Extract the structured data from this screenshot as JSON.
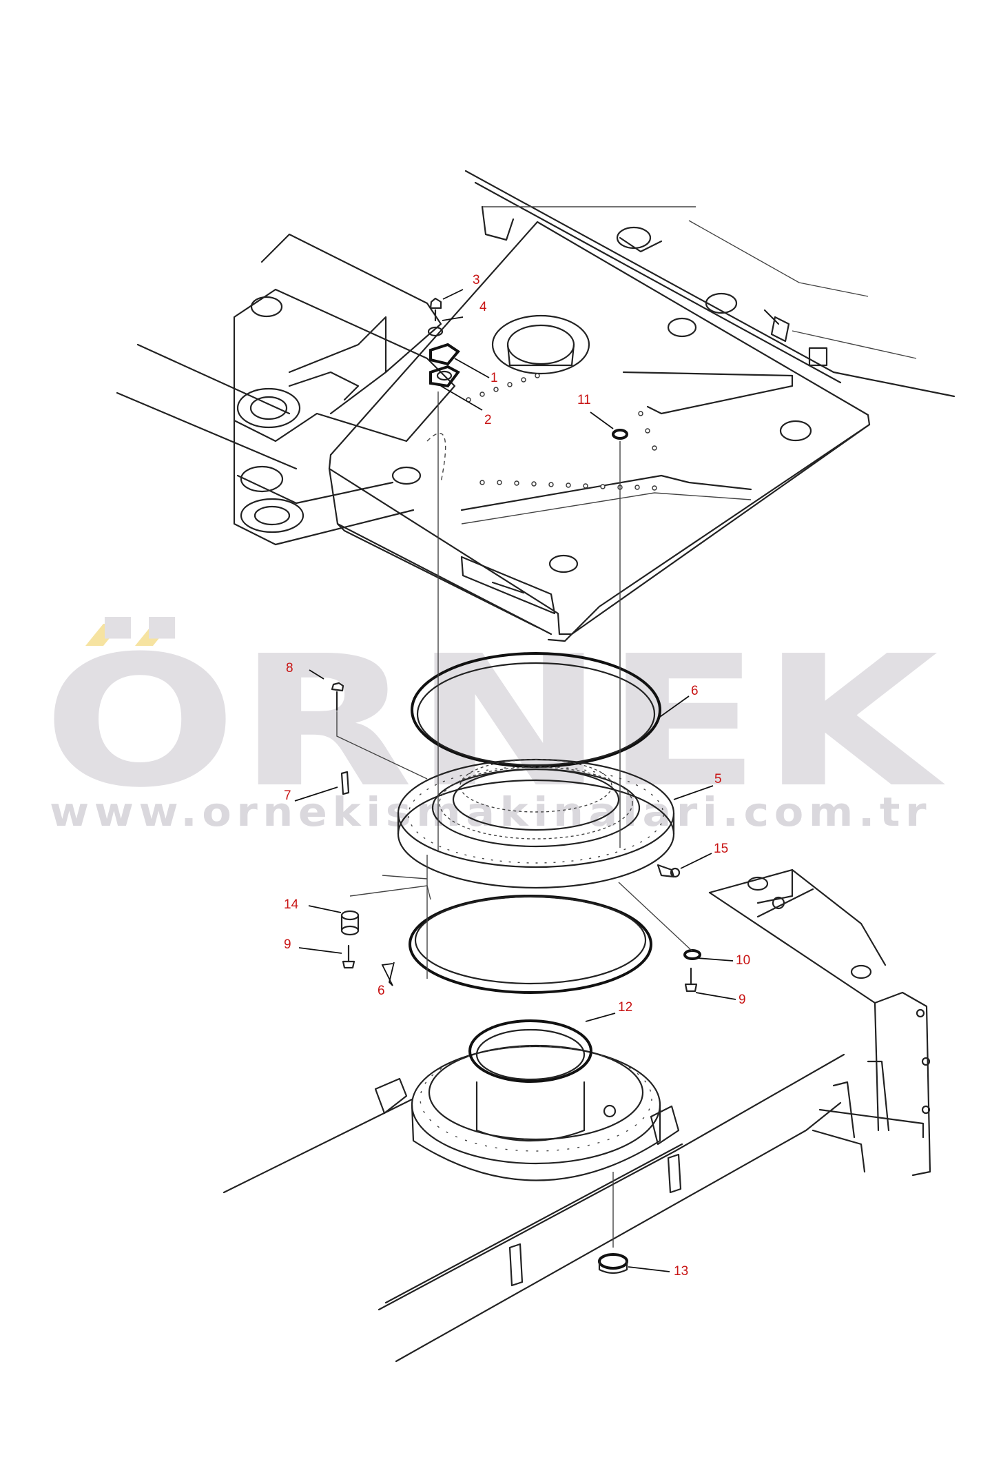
{
  "watermark": {
    "brand": "ÖRNEK",
    "url": "www.ornekismakinalari.com.tr",
    "accent_color": "#f6e3a1",
    "text_color": "#e1dfe3"
  },
  "callouts": [
    {
      "id": "1",
      "label": "1"
    },
    {
      "id": "2",
      "label": "2"
    },
    {
      "id": "3",
      "label": "3"
    },
    {
      "id": "4",
      "label": "4"
    },
    {
      "id": "5",
      "label": "5"
    },
    {
      "id": "6a",
      "label": "6"
    },
    {
      "id": "6b",
      "label": "6"
    },
    {
      "id": "7",
      "label": "7"
    },
    {
      "id": "8",
      "label": "8"
    },
    {
      "id": "9a",
      "label": "9"
    },
    {
      "id": "9b",
      "label": "9"
    },
    {
      "id": "10",
      "label": "10"
    },
    {
      "id": "11",
      "label": "11"
    },
    {
      "id": "12",
      "label": "12"
    },
    {
      "id": "13",
      "label": "13"
    },
    {
      "id": "14",
      "label": "14"
    },
    {
      "id": "15",
      "label": "15"
    }
  ],
  "colors": {
    "callout": "#c81414",
    "line": "#222222"
  }
}
